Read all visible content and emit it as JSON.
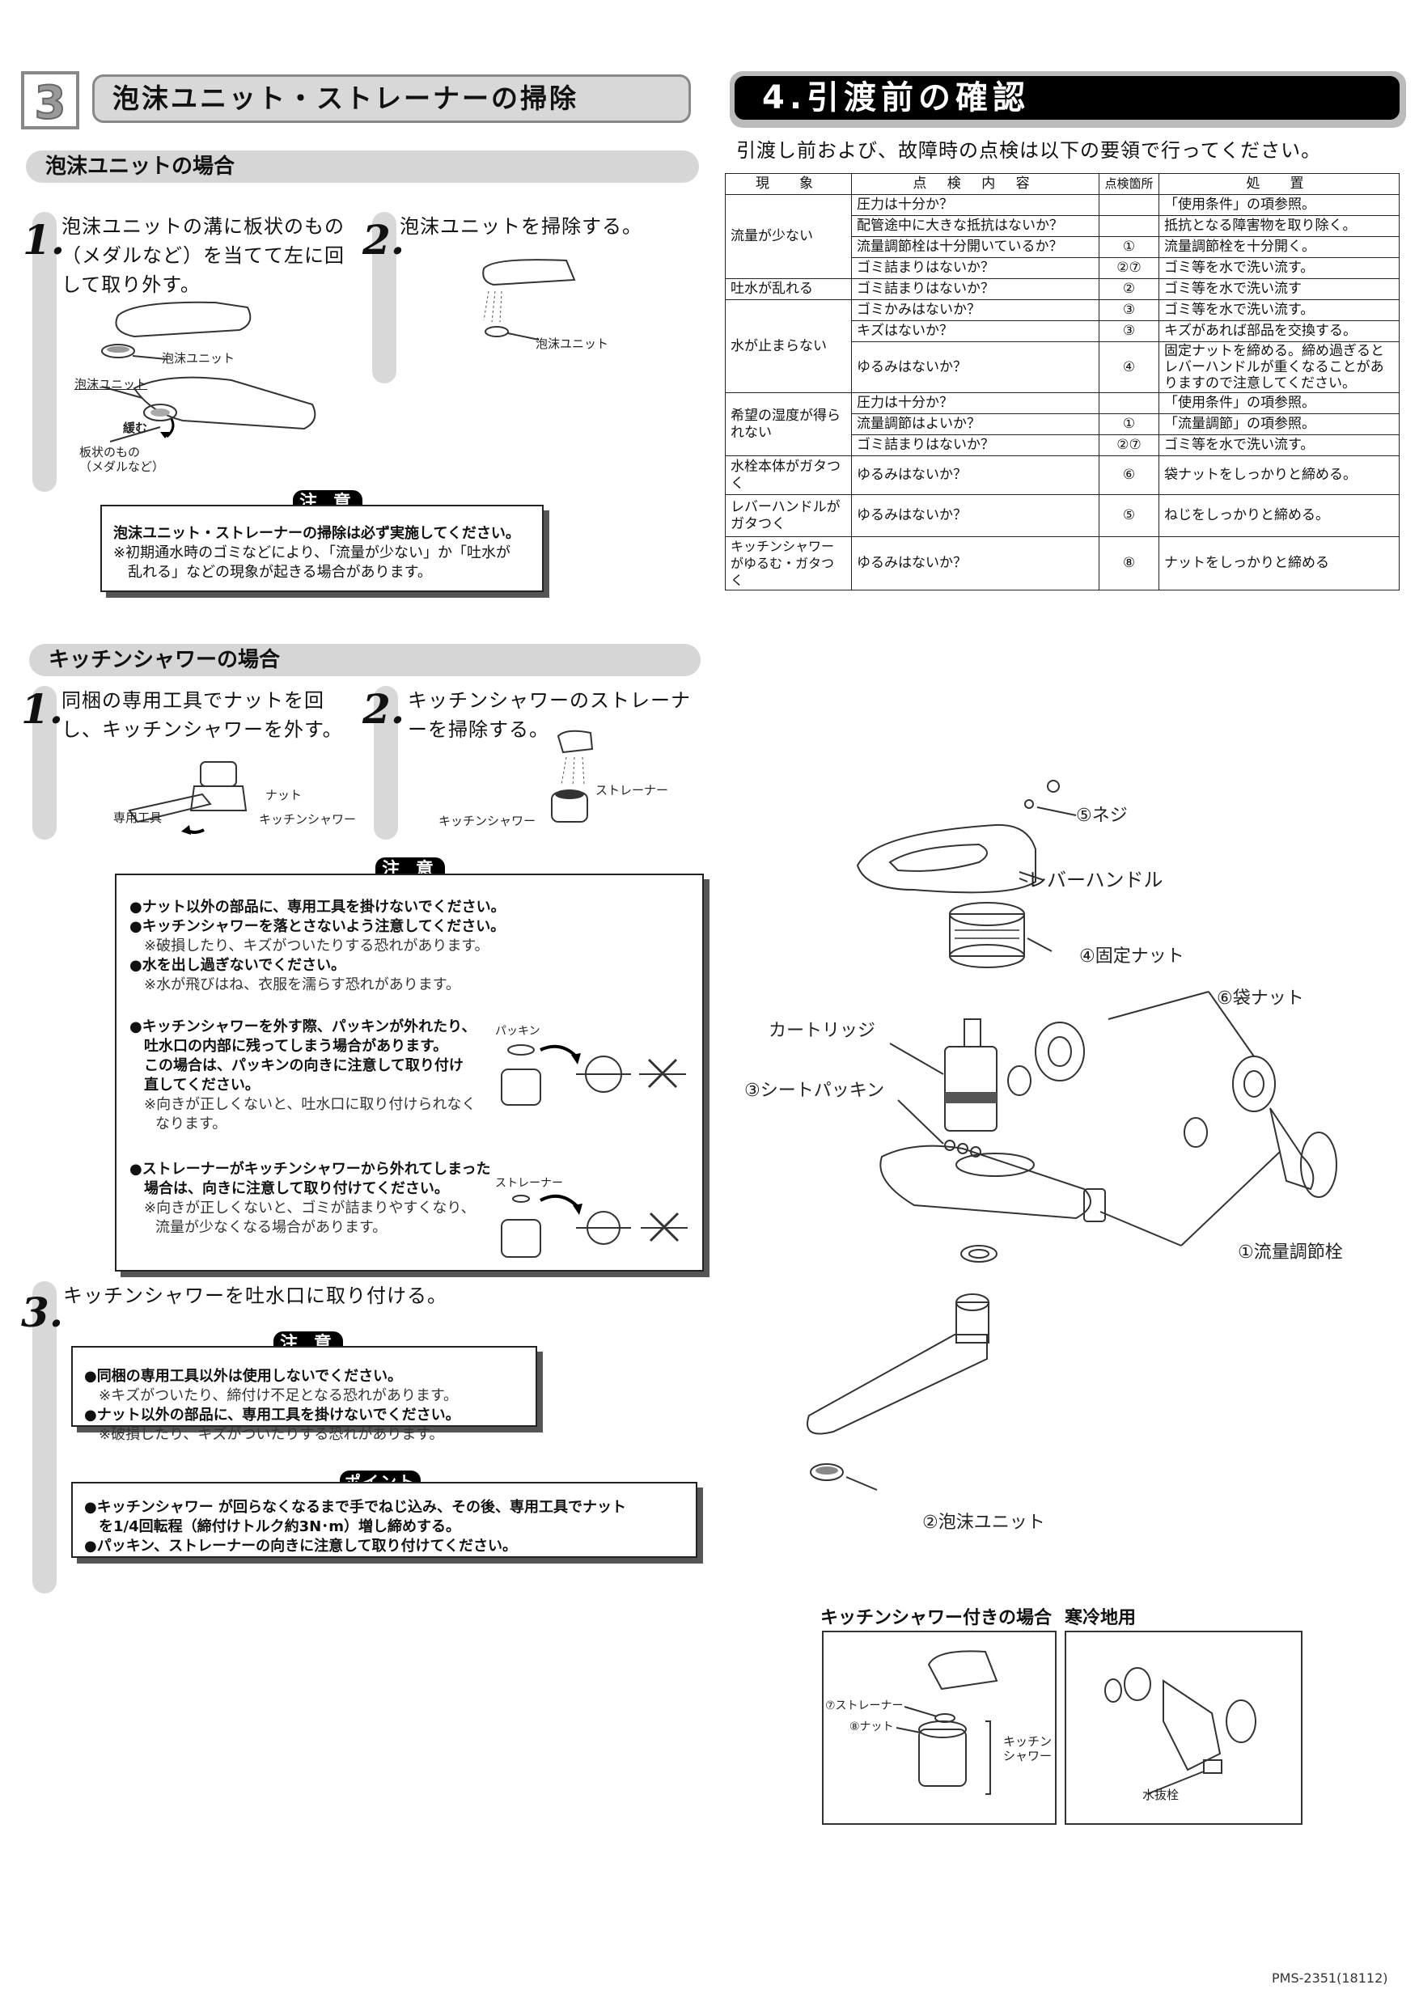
{
  "section3": {
    "number": "3",
    "title": "泡沫ユニット・ストレーナーの掃除",
    "foam": {
      "heading": "泡沫ユニットの場合",
      "step1": {
        "num": "1.",
        "text": "泡沫ユニットの溝に板状のもの（メダルなど）を当てて左に回して取り外す。"
      },
      "step2": {
        "num": "2.",
        "text": "泡沫ユニットを掃除する。"
      },
      "labels": {
        "foam_unit_a": "泡沫ユニット",
        "foam_unit_b": "泡沫ユニット",
        "foam_unit_c": "泡沫ユニット",
        "loosen": "緩む",
        "plate": "板状のもの",
        "plate_sub": "（メダルなど）"
      },
      "caution": {
        "badge": "注 意",
        "line1": "泡沫ユニット・ストレーナーの掃除は必ず実施してください。",
        "line2": "※初期通水時のゴミなどにより、「流量が少ない」か「吐水が",
        "line3": "乱れる」などの現象が起きる場合があります。"
      }
    },
    "shower": {
      "heading": "キッチンシャワーの場合",
      "step1": {
        "num": "1.",
        "text": "同梱の専用工具でナットを回し、キッチンシャワーを外す。"
      },
      "step2": {
        "num": "2.",
        "text": "キッチンシャワーのストレーナーを掃除する。"
      },
      "labels": {
        "nut": "ナット",
        "tool": "専用工具",
        "shower_a": "キッチンシャワー",
        "strainer": "ストレーナー",
        "shower_b": "キッチンシャワー",
        "packing": "パッキン",
        "strainer2": "ストレーナー"
      },
      "caution": {
        "badge": "注 意",
        "items": [
          {
            "b": "●ナット以外の部品に、専用工具を掛けないでください。"
          },
          {
            "b": "●キッチンシャワーを落とさないよう注意してください。",
            "s": "※破損したり、キズがついたりする恐れがあります。"
          },
          {
            "b": "●水を出し過ぎないでください。",
            "s": "※水が飛びはね、衣服を濡らす恐れがあります。"
          }
        ],
        "item4": {
          "b1": "●キッチンシャワーを外す際、パッキンが外れたり、",
          "b2": "吐水口の内部に残ってしまう場合があります。",
          "b3": "この場合は、パッキンの向きに注意して取り付け",
          "b4": "直してください。",
          "s1": "※向きが正しくないと、吐水口に取り付けられなく",
          "s2": "なります。"
        },
        "item5": {
          "b1": "●ストレーナーがキッチンシャワーから外れてしまった",
          "b2": "場合は、向きに注意して取り付けてください。",
          "s1": "※向きが正しくないと、ゴミが詰まりやすくなり、",
          "s2": "流量が少なくなる場合があります。"
        }
      },
      "step3": {
        "num": "3.",
        "text": "キッチンシャワーを吐水口に取り付ける。"
      },
      "caution3": {
        "badge": "注 意",
        "b1": "●同梱の専用工具以外は使用しないでください。",
        "s1": "※キズがついたり、締付け不足となる恐れがあります。",
        "b2": "●ナット以外の部品に、専用工具を掛けないでください。",
        "s2": "※破損したり、キズがついたりする恐れがあります。"
      },
      "point": {
        "badge": "ポイント",
        "l1": "●キッチンシャワー が回らなくなるまで手でねじ込み、その後、専用工具でナット",
        "l2": "を1/4回転程（締付けトルク約3N･m）増し締めする。",
        "l3": "●パッキン、ストレーナーの向きに注意して取り付けてください。"
      }
    }
  },
  "section4": {
    "title": "4.引渡前の確認",
    "intro": "引渡し前および、故障時の点検は以下の要領で行ってください。",
    "table": {
      "headers": [
        "現　象",
        "点 検 内 容",
        "点検箇所",
        "処　置"
      ],
      "groups": [
        {
          "symptom": "流量が少ない",
          "rows": [
            {
              "check": "圧力は十分か？",
              "loc": "",
              "action": "「使用条件」の項参照。"
            },
            {
              "check": "配管途中に大きな抵抗はないか？",
              "loc": "",
              "action": "抵抗となる障害物を取り除く。"
            },
            {
              "check": "流量調節栓は十分開いているか？",
              "loc": "①",
              "action": "流量調節栓を十分開く。"
            },
            {
              "check": "ゴミ詰まりはないか？",
              "loc": "②⑦",
              "action": "ゴミ等を水で洗い流す。"
            }
          ]
        },
        {
          "symptom": "吐水が乱れる",
          "rows": [
            {
              "check": "ゴミ詰まりはないか？",
              "loc": "②",
              "action": "ゴミ等を水で洗い流す"
            }
          ]
        },
        {
          "symptom": "水が止まらない",
          "rows": [
            {
              "check": "ゴミかみはないか？",
              "loc": "③",
              "action": "ゴミ等を水で洗い流す。"
            },
            {
              "check": "キズはないか？",
              "loc": "③",
              "action": "キズがあれば部品を交換する。"
            },
            {
              "check": "ゆるみはないか？",
              "loc": "④",
              "action": "固定ナットを締める。締め過ぎるとレバーハンドルが重くなることがありますので注意してください。"
            }
          ]
        },
        {
          "symptom": "希望の湿度が得られない",
          "rows": [
            {
              "check": "圧力は十分か？",
              "loc": "",
              "action": "「使用条件」の項参照。"
            },
            {
              "check": "流量調節はよいか？",
              "loc": "①",
              "action": "「流量調節」の項参照。"
            },
            {
              "check": "ゴミ詰まりはないか？",
              "loc": "②⑦",
              "action": "ゴミ等を水で洗い流す。"
            }
          ]
        },
        {
          "symptom": "水栓本体がガタつく",
          "rows": [
            {
              "check": "ゆるみはないか？",
              "loc": "⑥",
              "action": "袋ナットをしっかりと締める。"
            }
          ]
        },
        {
          "symptom": "レバーハンドルがガタつく",
          "rows": [
            {
              "check": "ゆるみはないか？",
              "loc": "⑤",
              "action": "ねじをしっかりと締める。"
            }
          ]
        },
        {
          "symptom": "キッチンシャワーがゆるむ・ガタつく",
          "rows": [
            {
              "check": "ゆるみはないか？",
              "loc": "⑧",
              "action": "ナットをしっかりと締める"
            }
          ]
        }
      ]
    },
    "parts": {
      "screw": "⑤ネジ",
      "lever": "レバーハンドル",
      "fixnut": "④固定ナット",
      "bagnut": "⑥袋ナット",
      "cartridge": "カートリッジ",
      "seat": "③シートパッキン",
      "flow": "①流量調節栓",
      "foam": "②泡沫ユニット"
    },
    "insets": {
      "shower_title": "キッチンシャワー付きの場合",
      "cold_title": "寒冷地用",
      "strainer": "⑦ストレーナー",
      "nut": "⑧ナット",
      "kitchen": "キッチン",
      "shower": "シャワー",
      "drain": "水抜栓"
    }
  },
  "footer": {
    "code": "PMS-2351(18112)"
  }
}
